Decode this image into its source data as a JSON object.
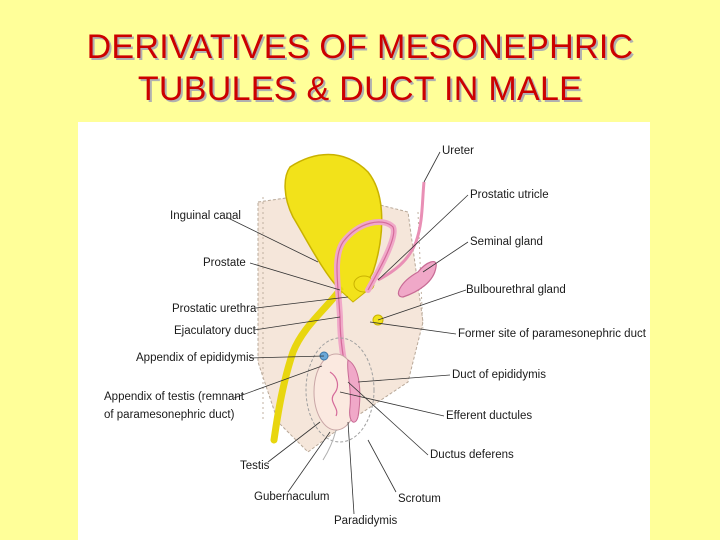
{
  "slide": {
    "title_line1": "DERIVATIVES OF MESONEPHRIC",
    "title_line2": "TUBULES & DUCT IN MALE"
  },
  "diagram": {
    "labels": {
      "ureter": "Ureter",
      "prostatic_utricle": "Prostatic utricle",
      "inguinal_canal": "Inguinal canal",
      "seminal_gland": "Seminal gland",
      "prostate": "Prostate",
      "bulbourethral_gland": "Bulbourethral gland",
      "prostatic_urethra": "Prostatic urethra",
      "ejaculatory_duct": "Ejaculatory duct",
      "former_site": "Former site of paramesonephric duct",
      "appendix_epididymis": "Appendix of epididymis",
      "duct_epididymis": "Duct of epididymis",
      "appendix_testis_1": "Appendix of testis (remnant",
      "appendix_testis_2": "of paramesonephric duct)",
      "efferent_ductules": "Efferent ductules",
      "ductus_deferens": "Ductus deferens",
      "testis": "Testis",
      "gubernaculum": "Gubernaculum",
      "scrotum": "Scrotum",
      "paradidymis": "Paradidymis"
    },
    "colors": {
      "background": "#ffff99",
      "title": "#cc0000",
      "bladder": "#f2e21a",
      "duct": "#f0a8c8",
      "body_tint": "#f5e6da"
    }
  }
}
